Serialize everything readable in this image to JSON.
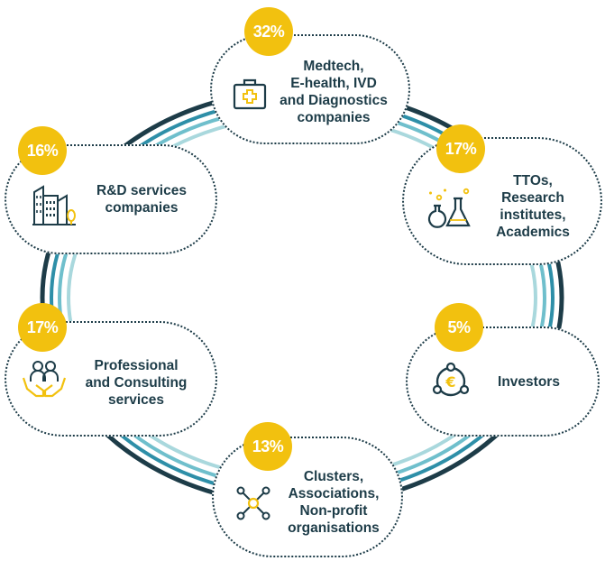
{
  "colors": {
    "dark": "#1d3c48",
    "teal": "#2e8fa8",
    "light_teal": "#a9d8dd",
    "badge": "#f2c10f"
  },
  "segments": [
    {
      "id": "medtech",
      "percent": "32%",
      "label": "Medtech,\nE-health, IVD\nand Diagnostics\ncompanies",
      "icon": "medical-kit-icon"
    },
    {
      "id": "ttos",
      "percent": "17%",
      "label": "TTOs,\nResearch\ninstitutes,\nAcademics",
      "icon": "lab-flasks-icon"
    },
    {
      "id": "investors",
      "percent": "5%",
      "label": "Investors",
      "icon": "euro-network-icon"
    },
    {
      "id": "clusters",
      "percent": "13%",
      "label": "Clusters,\nAssociations,\nNon-profit\norganisations",
      "icon": "network-nodes-icon"
    },
    {
      "id": "consulting",
      "percent": "17%",
      "label": "Professional\nand Consulting\nservices",
      "icon": "people-hands-icon"
    },
    {
      "id": "rnd",
      "percent": "16%",
      "label": "R&D services\ncompanies",
      "icon": "buildings-icon"
    }
  ]
}
